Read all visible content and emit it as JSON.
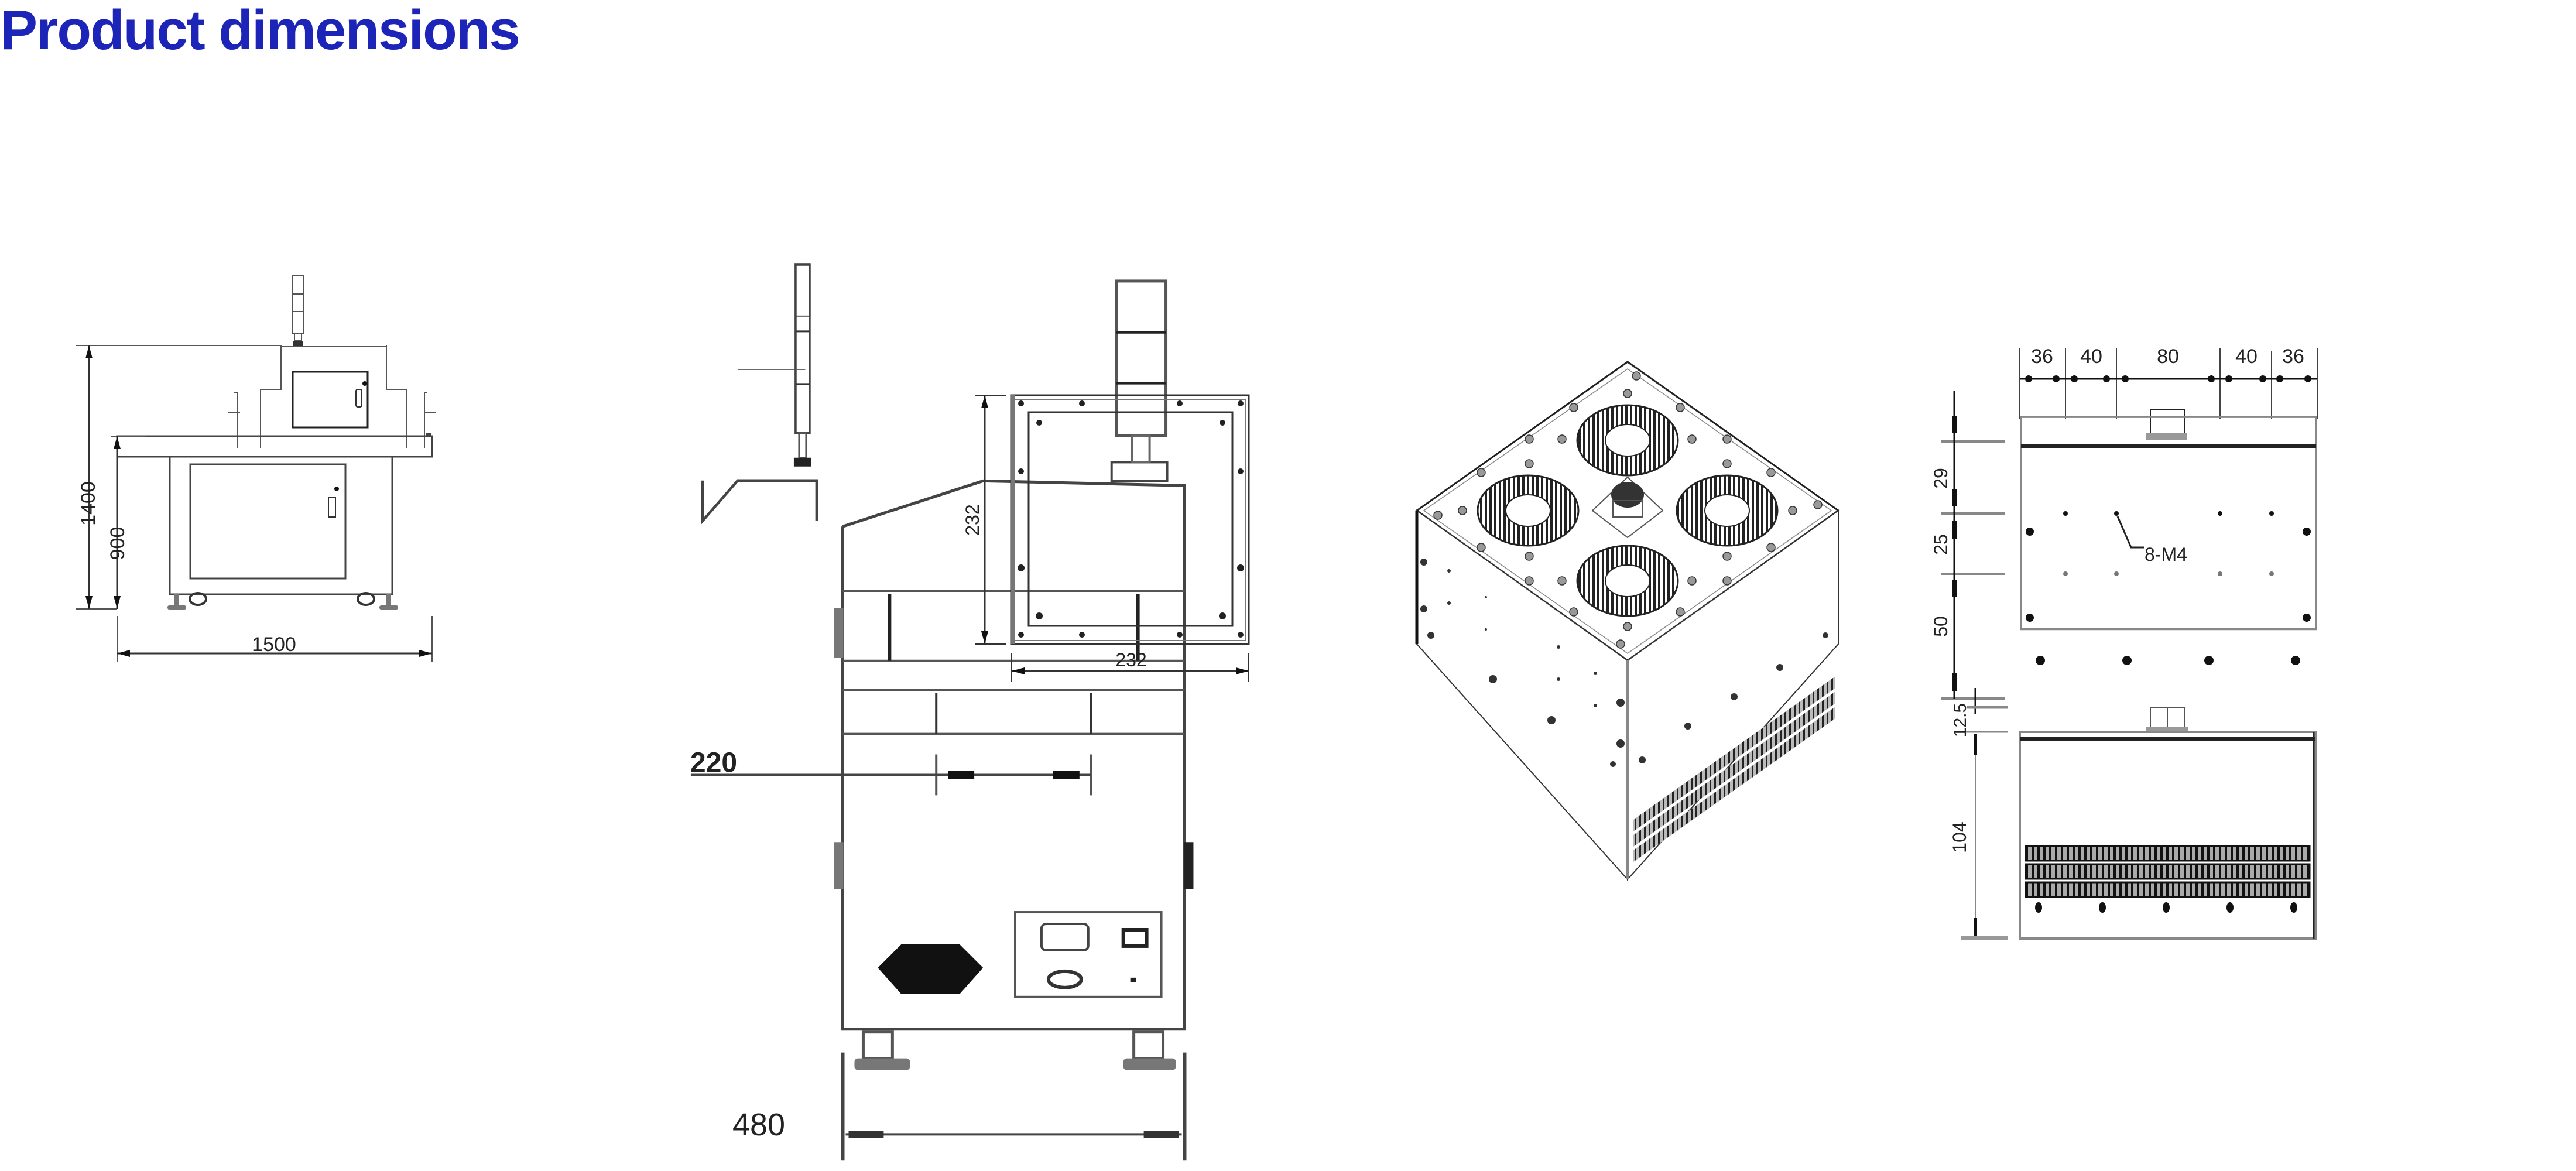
{
  "page": {
    "title": "Product dimensions",
    "title_color": "#1d24b8"
  },
  "drawings": {
    "front_view": {
      "overall_height": "1400",
      "table_height": "900",
      "overall_width": "1500"
    },
    "side_view": {
      "inner_width": "220",
      "overall_depth": "480"
    },
    "panel_view": {
      "height": "232",
      "width": "232"
    },
    "iso_view": {
      "description": "Isometric view of lamp head with four cooling fans"
    },
    "top_right_view": {
      "horizontal_dims": [
        "36",
        "40",
        "80",
        "40",
        "36"
      ],
      "vertical_dims": [
        "29",
        "25",
        "50"
      ],
      "hole_note": "8-M4"
    },
    "bottom_right_view": {
      "top_offset": "12.5",
      "height": "104"
    }
  }
}
